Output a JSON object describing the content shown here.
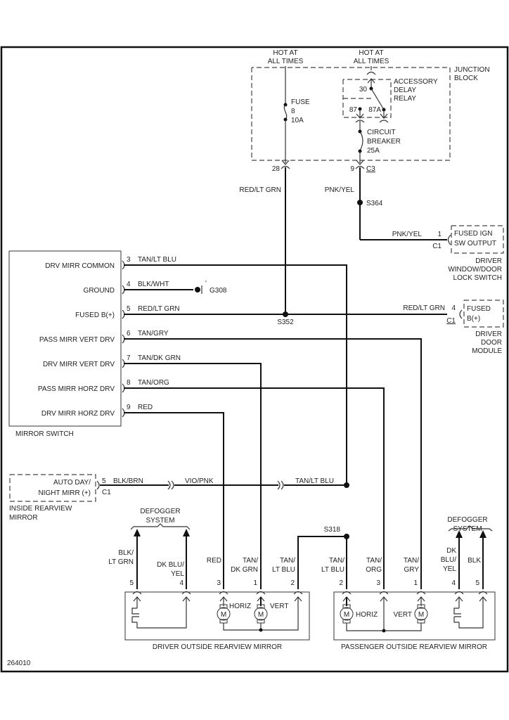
{
  "diagram": {
    "figure_id": "264010",
    "junction_block": {
      "label_line1": "JUNCTION",
      "label_line2": "BLOCK",
      "hot1_line1": "HOT AT",
      "hot1_line2": "ALL TIMES",
      "hot2_line1": "HOT AT",
      "hot2_line2": "ALL TIMES",
      "fuse_label": "FUSE",
      "fuse_number": "8",
      "fuse_rating": "10A",
      "relay_line1": "ACCESSORY",
      "relay_line2": "DELAY",
      "relay_line3": "RELAY",
      "pin30": "30",
      "pin87": "87",
      "pin87a": "87A",
      "breaker_line1": "CIRCUIT",
      "breaker_line2": "BREAKER",
      "breaker_rating": "25A",
      "pin28": "28",
      "pin9": "9",
      "connector": "C3"
    },
    "wires_top": {
      "red_lt_grn": "RED/LT GRN",
      "pnk_yel_vertical": "PNK/YEL",
      "splice_s364": "S364",
      "pnk_yel_horizontal": "PNK/YEL",
      "pin1": "1",
      "c1": "C1"
    },
    "lock_switch": {
      "box_line1": "FUSED IGN",
      "box_line2": "SW OUTPUT",
      "name_line1": "DRIVER",
      "name_line2": "WINDOW/DOOR",
      "name_line3": "LOCK SWITCH"
    },
    "mirror_switch": {
      "name": "MIRROR SWITCH",
      "pins": [
        {
          "label": "DRV MIRR COMMON",
          "pin": "3",
          "wire": "TAN/LT BLU"
        },
        {
          "label": "GROUND",
          "pin": "4",
          "wire": "BLK/WHT"
        },
        {
          "label": "FUSED B(+)",
          "pin": "5",
          "wire": "RED/LT GRN"
        },
        {
          "label": "PASS MIRR VERT DRV",
          "pin": "6",
          "wire": "TAN/GRY"
        },
        {
          "label": "DRV MIRR VERT DRV",
          "pin": "7",
          "wire": "TAN/DK GRN"
        },
        {
          "label": "PASS MIRR HORZ DRV",
          "pin": "8",
          "wire": "TAN/ORG"
        },
        {
          "label": "DRV MIRR HORZ DRV",
          "pin": "9",
          "wire": "RED"
        }
      ],
      "ground_id": "G308",
      "splice_s352": "S352"
    },
    "door_module": {
      "wire": "RED/LT GRN",
      "pin": "4",
      "connector": "C1",
      "box_line1": "FUSED",
      "box_line2": "B(+)",
      "name_line1": "DRIVER",
      "name_line2": "DOOR",
      "name_line3": "MODULE"
    },
    "inside_mirror": {
      "box_line1": "AUTO DAY/",
      "box_line2": "NIGHT MIRR (+)",
      "pin": "5",
      "connector": "C1",
      "wire1": "BLK/BRN",
      "wire2": "VIO/PNK",
      "wire3": "TAN/LT BLU",
      "name_line1": "INSIDE REARVIEW",
      "name_line2": "MIRROR"
    },
    "driver_mirror": {
      "name": "DRIVER OUTSIDE REARVIEW MIRROR",
      "defogger_line1": "DEFOGGER",
      "defogger_line2": "SYSTEM",
      "wires": [
        {
          "pin": "5",
          "line1": "BLK/",
          "line2": "LT GRN"
        },
        {
          "pin": "4",
          "line1": "DK BLU/",
          "line2": "YEL"
        },
        {
          "pin": "3",
          "line1": "RED",
          "line2": ""
        },
        {
          "pin": "1",
          "line1": "TAN/",
          "line2": "DK GRN"
        },
        {
          "pin": "2",
          "line1": "TAN/",
          "line2": "LT BLU"
        }
      ],
      "motor_horiz": "HORIZ",
      "motor_vert": "VERT",
      "motor_symbol": "M"
    },
    "passenger_mirror": {
      "name": "PASSENGER OUTSIDE REARVIEW MIRROR",
      "splice_s318": "S318",
      "defogger_line1": "DEFOGGER",
      "defogger_line2": "SYSTEM",
      "wires": [
        {
          "pin": "2",
          "line1": "TAN/",
          "line2": "LT BLU"
        },
        {
          "pin": "3",
          "line1": "TAN/",
          "line2": "ORG"
        },
        {
          "pin": "1",
          "line1": "TAN/",
          "line2": "GRY"
        },
        {
          "pin": "4",
          "line1": "DK",
          "line2": "BLU/",
          "line3": "YEL"
        },
        {
          "pin": "5",
          "line1": "BLK",
          "line2": ""
        }
      ],
      "motor_horiz": "HORIZ",
      "motor_vert": "VERT",
      "motor_symbol": "M"
    }
  }
}
